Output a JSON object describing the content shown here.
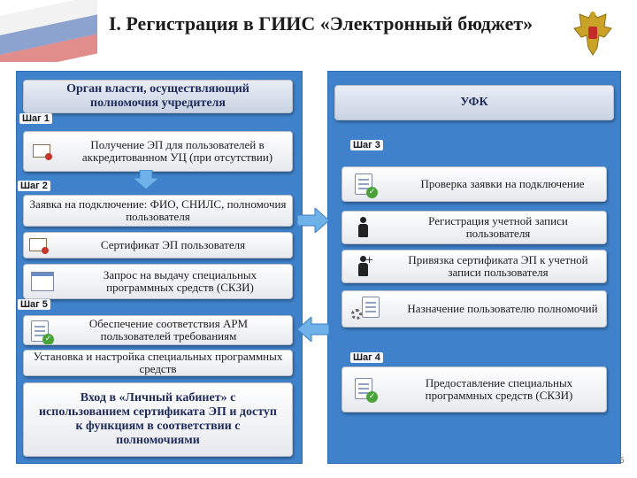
{
  "title": "I. Регистрация в ГИИС «Электронный бюджет»",
  "left": {
    "header": "Орган власти, осуществляющий полномочия учредителя",
    "step1": "Шаг 1",
    "step1_text": "Получение ЭП для пользователей в аккредитованном УЦ (при отсутствии)",
    "step2": "Шаг 2",
    "step2_items": [
      "Заявка на подключение: ФИО, СНИЛС, полномочия пользователя",
      "Сертификат ЭП пользователя",
      "Запрос на выдачу специальных программных средств (СКЗИ)"
    ],
    "step5": "Шаг 5",
    "step5_items": [
      "Обеспечение соответствия АРМ пользователей требованиям",
      "Установка и настройка специальных программных средств",
      "Вход в «Личный кабинет» с использованием сертификата ЭП и доступ к функциям в соответствии с полномочиями"
    ]
  },
  "right": {
    "header": "УФК",
    "step3": "Шаг 3",
    "step3_items": [
      "Проверка заявки на подключение",
      "Регистрация учетной записи пользователя",
      "Привязка сертификата ЭП к учетной записи пользователя",
      "Назначение пользователю полномочий"
    ],
    "plus": "+",
    "step4": "Шаг 4",
    "step4_text": "Предоставление специальных программных средств (СКЗИ)"
  },
  "page_number": "5",
  "colors": {
    "panel": "#3f82cb",
    "arrow": "#5aa0e0",
    "title": "#1c1c1c"
  },
  "icons": [
    "russian-flag",
    "emblem-icon",
    "certificate-icon",
    "document-icon",
    "check-icon",
    "person-icon",
    "gear-icon",
    "window-icon"
  ]
}
